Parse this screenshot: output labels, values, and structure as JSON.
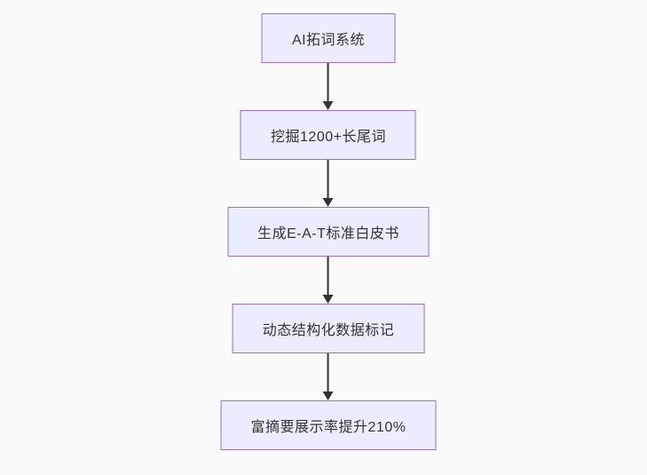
{
  "flowchart": {
    "type": "vertical-flowchart",
    "background_color": "#fafafa",
    "node_fill_color": "#ececff",
    "node_border_color": "#9370db",
    "arrow_color": "#333333",
    "text_color": "#333333",
    "nodes": [
      {
        "id": "n1",
        "label": "AI拓词系统"
      },
      {
        "id": "n2",
        "label": "挖掘1200+长尾词"
      },
      {
        "id": "n3",
        "label": "生成E-A-T标准白皮书"
      },
      {
        "id": "n4",
        "label": "动态结构化数据标记"
      },
      {
        "id": "n5",
        "label": "富摘要展示率提升210%"
      }
    ],
    "edges": [
      {
        "from": "n1",
        "to": "n2"
      },
      {
        "from": "n2",
        "to": "n3"
      },
      {
        "from": "n3",
        "to": "n4"
      },
      {
        "from": "n4",
        "to": "n5"
      }
    ]
  }
}
